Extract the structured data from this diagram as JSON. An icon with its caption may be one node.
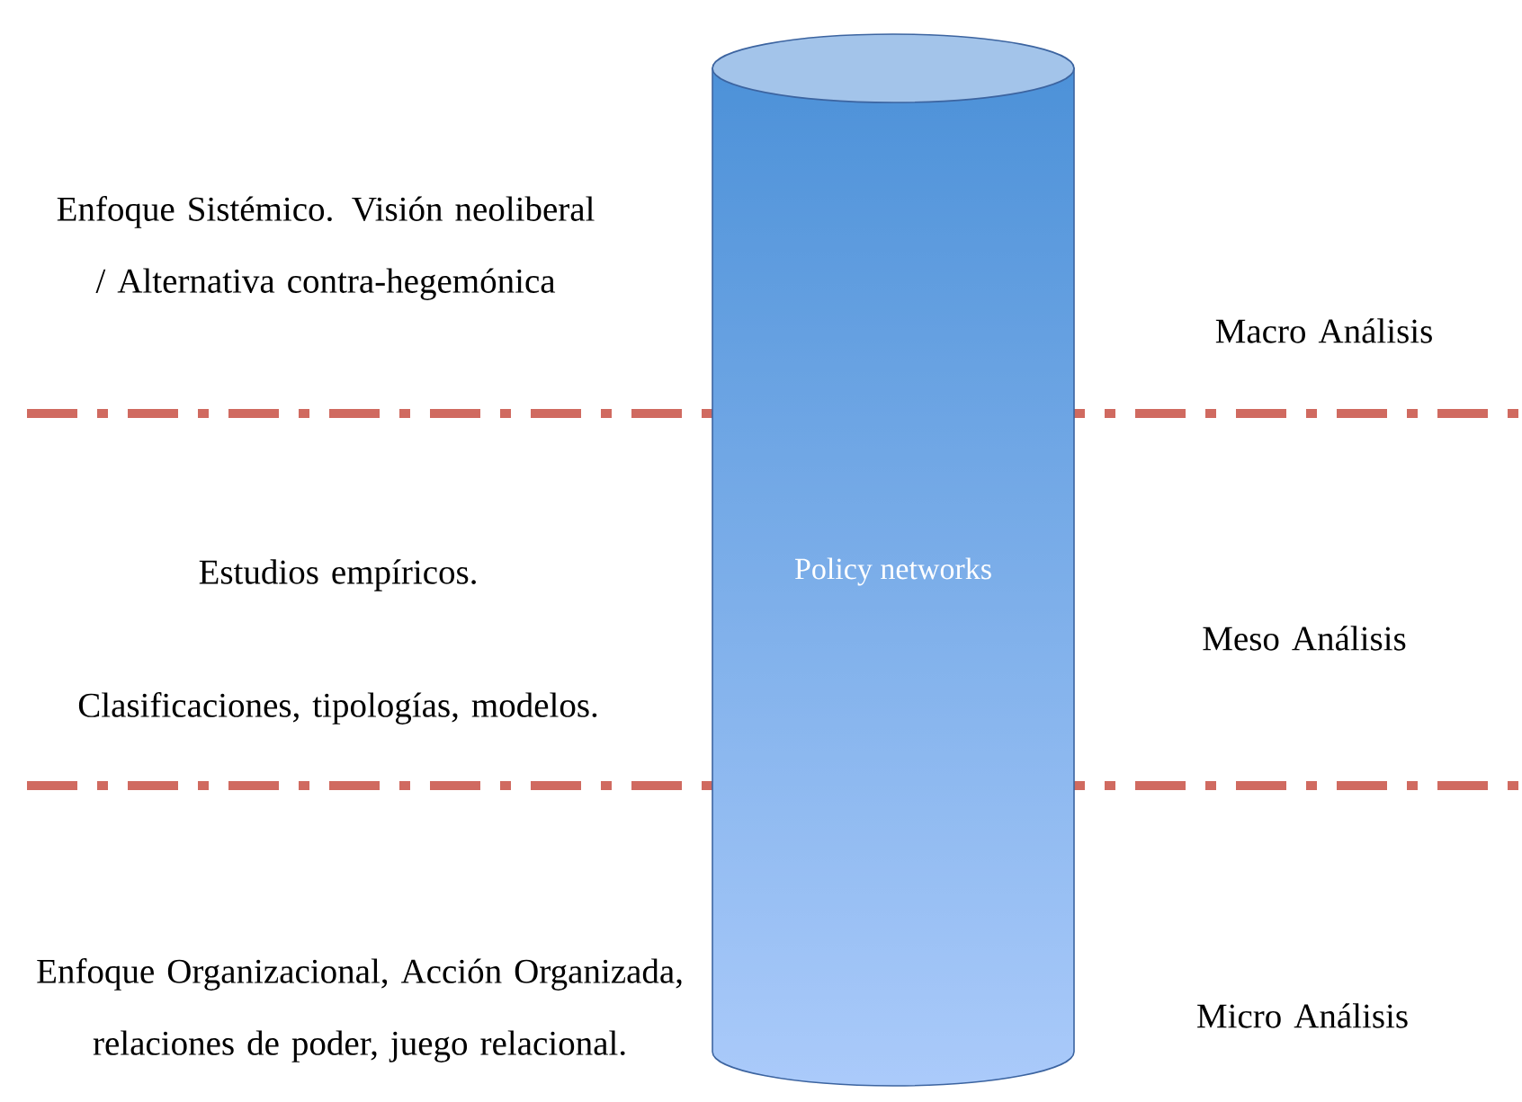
{
  "diagram": {
    "nodes": [
      {
        "text": [
          "Policy networks"
        ]
      }
    ],
    "edges": [],
    "labels": [
      "Enfoque Sistémico. Visión neoliberal / Alternativa contra-hegemónica",
      "Macro Análisis",
      "Estudios empíricos.",
      "Meso Análisis",
      "Clasificaciones, tipologías, modelos.",
      "Enfoque Organizacional, Acción Organizada, relaciones de poder, juego relacional.",
      "Micro Análisis"
    ]
  }
}
